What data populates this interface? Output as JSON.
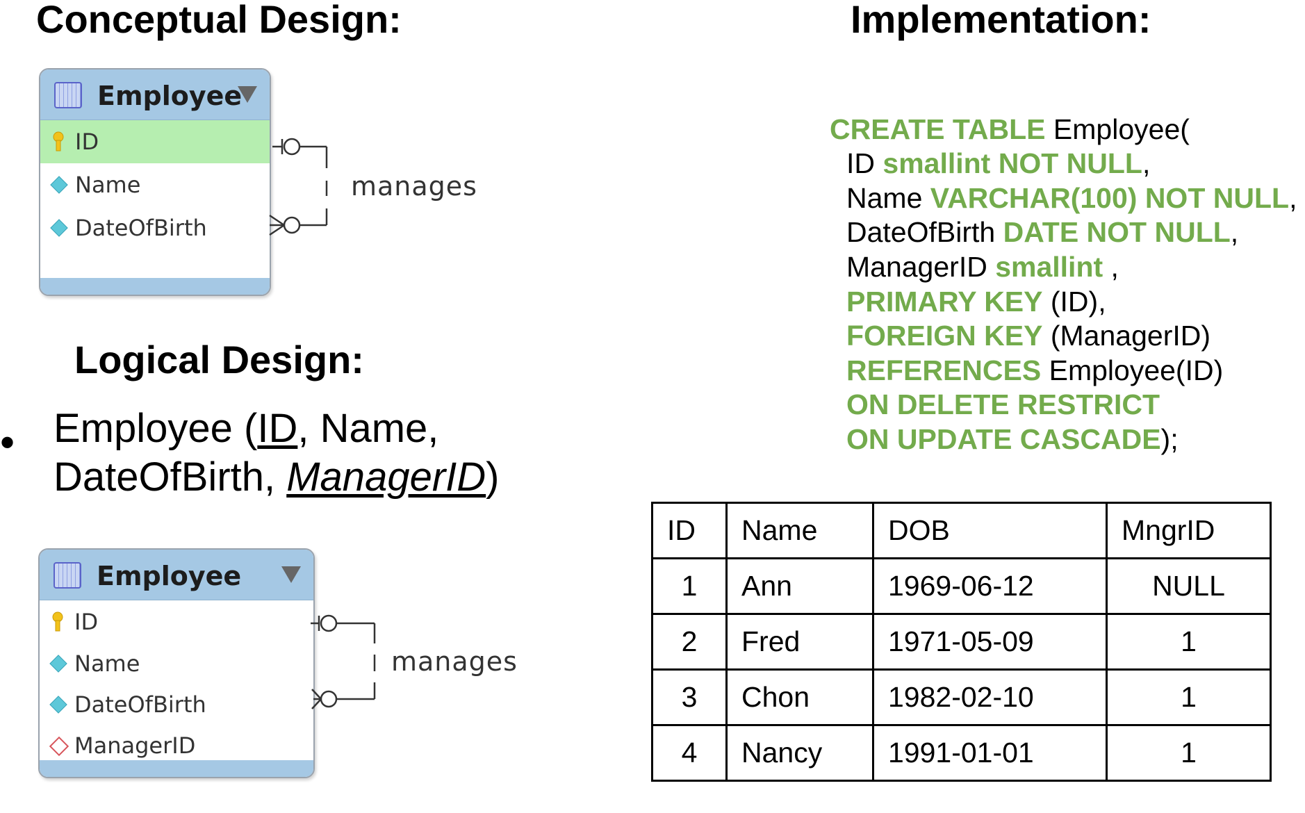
{
  "headings": {
    "conceptual": "Conceptual Design:",
    "implementation": "Implementation:",
    "logical": "Logical Design:"
  },
  "conceptual_entity": {
    "name": "Employee",
    "attributes": [
      {
        "label": "ID",
        "kind": "primary-key",
        "highlighted": true
      },
      {
        "label": "Name",
        "kind": "attribute"
      },
      {
        "label": "DateOfBirth",
        "kind": "attribute"
      }
    ],
    "relationship": {
      "label": "manages",
      "from_cardinality": "one-optional",
      "to_cardinality": "many-optional"
    }
  },
  "logical_design": {
    "bullet": "•",
    "prefix": "Employee (",
    "key": "ID",
    "mid": ", Name,",
    "line2_prefix": "DateOfBirth, ",
    "foreign_key": "ManagerID",
    "suffix": ")"
  },
  "logical_entity": {
    "name": "Employee",
    "attributes": [
      {
        "label": "ID",
        "kind": "primary-key"
      },
      {
        "label": "Name",
        "kind": "attribute"
      },
      {
        "label": "DateOfBirth",
        "kind": "attribute"
      },
      {
        "label": "ManagerID",
        "kind": "foreign-key"
      }
    ],
    "relationship": {
      "label": "manages"
    }
  },
  "sql": {
    "l1_kw": "CREATE TABLE",
    "l1_txt": " Employee(",
    "l2_txt": "ID ",
    "l2_kw": "smallint NOT NULL",
    "l2_end": ",",
    "l3_txt": "Name ",
    "l3_kw": "VARCHAR(100) NOT NULL",
    "l3_end": ",",
    "l4_txt": "DateOfBirth ",
    "l4_kw": "DATE NOT NULL",
    "l4_end": ",",
    "l5_txt": "ManagerID ",
    "l5_kw": "smallint",
    "l5_end": " ,",
    "l6_kw": "PRIMARY KEY",
    "l6_txt": " (ID),",
    "l7_kw": "FOREIGN KEY",
    "l7_txt": " (ManagerID)",
    "l8_kw": "REFERENCES",
    "l8_txt": " Employee(ID)",
    "l9_kw": "ON DELETE RESTRICT",
    "l10_kw": "ON UPDATE CASCADE",
    "l10_end": ");"
  },
  "table": {
    "headers": [
      "ID",
      "Name",
      "DOB",
      "MngrID"
    ],
    "rows": [
      [
        "1",
        "Ann",
        "1969-06-12",
        "NULL"
      ],
      [
        "2",
        "Fred",
        "1971-05-09",
        "1"
      ],
      [
        "3",
        "Chon",
        "1982-02-10",
        "1"
      ],
      [
        "4",
        "Nancy",
        "1991-01-01",
        "1"
      ]
    ]
  },
  "colors": {
    "sql_keyword": "#73ab4c",
    "entity_header": "#a5c8e4",
    "pk_highlight": "#b6eeb0"
  }
}
